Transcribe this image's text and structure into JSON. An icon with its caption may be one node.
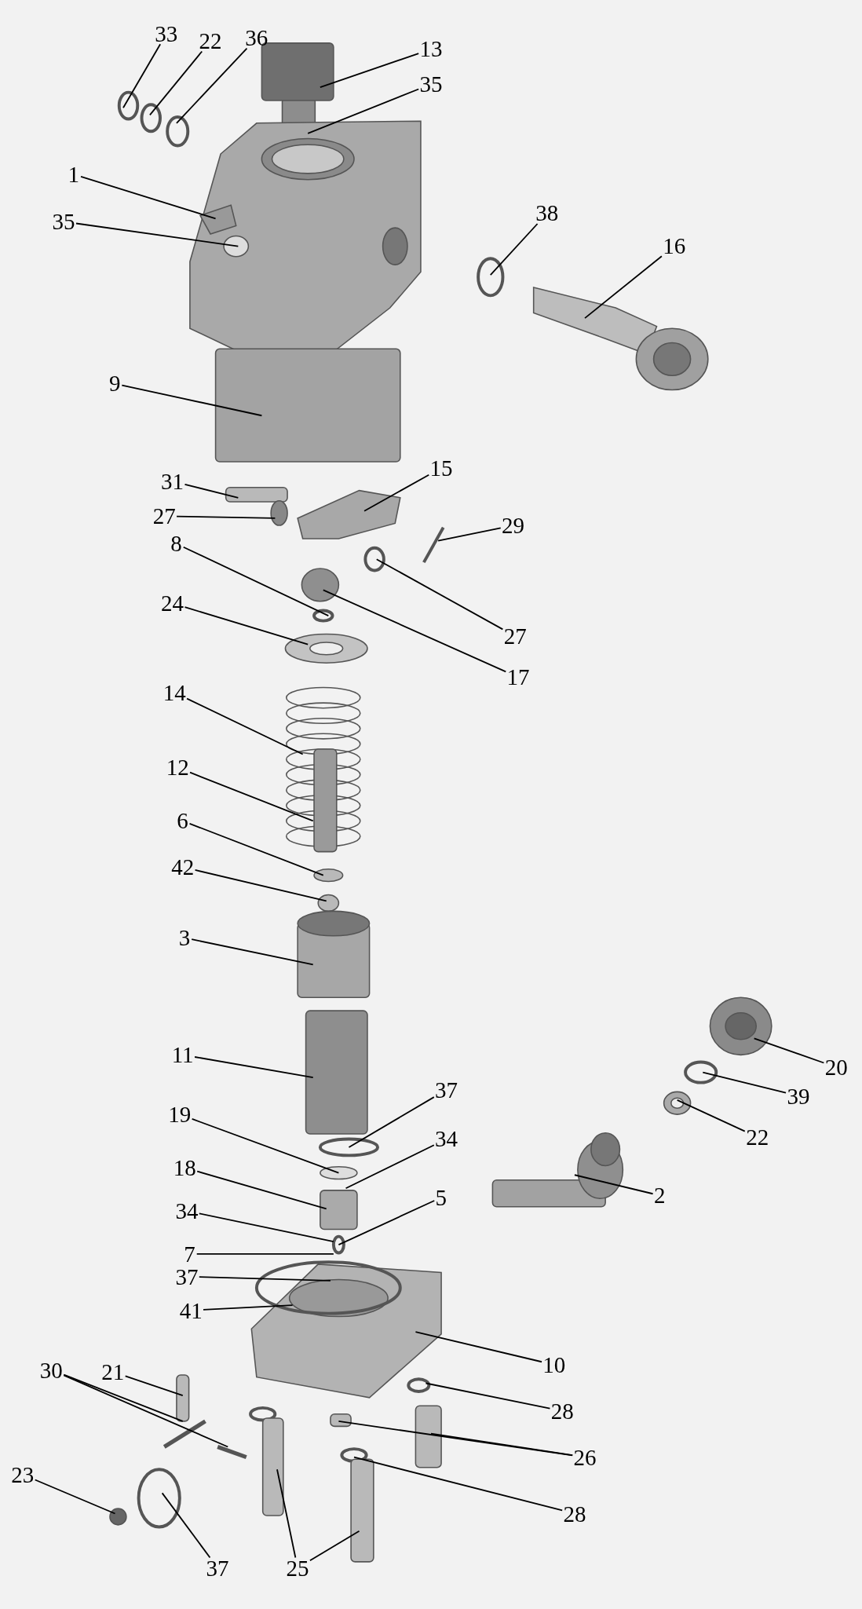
{
  "diagram": {
    "nodes": [
      {
        "text": [
          "33"
        ]
      },
      {
        "text": [
          "22"
        ]
      },
      {
        "text": [
          "36"
        ]
      },
      {
        "text": [
          "13"
        ]
      },
      {
        "text": [
          "35"
        ]
      },
      {
        "text": [
          "1"
        ]
      },
      {
        "text": [
          "38"
        ]
      },
      {
        "text": [
          "35"
        ]
      },
      {
        "text": [
          "16"
        ]
      },
      {
        "text": [
          "9"
        ]
      },
      {
        "text": [
          "15"
        ]
      },
      {
        "text": [
          "31"
        ]
      },
      {
        "text": [
          "27"
        ]
      },
      {
        "text": [
          "29"
        ]
      },
      {
        "text": [
          "8"
        ]
      },
      {
        "text": [
          "24"
        ]
      },
      {
        "text": [
          "27"
        ]
      },
      {
        "text": [
          "17"
        ]
      },
      {
        "text": [
          "14"
        ]
      },
      {
        "text": [
          "12"
        ]
      },
      {
        "text": [
          "6"
        ]
      },
      {
        "text": [
          "42"
        ]
      },
      {
        "text": [
          "3"
        ]
      },
      {
        "text": [
          "20"
        ]
      },
      {
        "text": [
          "11"
        ]
      },
      {
        "text": [
          "37"
        ]
      },
      {
        "text": [
          "39"
        ]
      },
      {
        "text": [
          "19"
        ]
      },
      {
        "text": [
          "22"
        ]
      },
      {
        "text": [
          "34"
        ]
      },
      {
        "text": [
          "18"
        ]
      },
      {
        "text": [
          "2"
        ]
      },
      {
        "text": [
          "5"
        ]
      },
      {
        "text": [
          "34"
        ]
      },
      {
        "text": [
          "7"
        ]
      },
      {
        "text": [
          "37"
        ]
      },
      {
        "text": [
          "41"
        ]
      },
      {
        "text": [
          "10"
        ]
      },
      {
        "text": [
          "30"
        ]
      },
      {
        "text": [
          "21"
        ]
      },
      {
        "text": [
          "28"
        ]
      },
      {
        "text": [
          "26"
        ]
      },
      {
        "text": [
          "23"
        ]
      },
      {
        "text": [
          "28"
        ]
      },
      {
        "text": [
          "37"
        ]
      },
      {
        "text": [
          "25"
        ]
      }
    ],
    "edges": [
      {
        "from": 0,
        "to": null,
        "arrow": "none"
      },
      {
        "from": 1,
        "to": null,
        "arrow": "none"
      },
      {
        "from": 2,
        "to": null,
        "arrow": "none"
      },
      {
        "from": 3,
        "to": null,
        "arrow": "none"
      },
      {
        "from": 4,
        "to": null,
        "arrow": "none"
      },
      {
        "from": 5,
        "to": null,
        "arrow": "none"
      },
      {
        "from": 6,
        "to": null,
        "arrow": "none"
      },
      {
        "from": 7,
        "to": null,
        "arrow": "none"
      },
      {
        "from": 8,
        "to": null,
        "arrow": "none"
      },
      {
        "from": 9,
        "to": null,
        "arrow": "none"
      },
      {
        "from": 10,
        "to": null,
        "arrow": "none"
      },
      {
        "from": 11,
        "to": null,
        "arrow": "none"
      },
      {
        "from": 12,
        "to": null,
        "arrow": "none"
      },
      {
        "from": 13,
        "to": null,
        "arrow": "none"
      },
      {
        "from": 14,
        "to": null,
        "arrow": "none"
      },
      {
        "from": 15,
        "to": null,
        "arrow": "none"
      },
      {
        "from": 16,
        "to": null,
        "arrow": "none"
      },
      {
        "from": 17,
        "to": null,
        "arrow": "none"
      },
      {
        "from": 18,
        "to": null,
        "arrow": "none"
      },
      {
        "from": 19,
        "to": null,
        "arrow": "none"
      },
      {
        "from": 20,
        "to": null,
        "arrow": "none"
      },
      {
        "from": 21,
        "to": null,
        "arrow": "none"
      },
      {
        "from": 22,
        "to": null,
        "arrow": "none"
      },
      {
        "from": 23,
        "to": null,
        "arrow": "none"
      },
      {
        "from": 24,
        "to": null,
        "arrow": "none"
      },
      {
        "from": 25,
        "to": null,
        "arrow": "none"
      },
      {
        "from": 26,
        "to": null,
        "arrow": "none"
      },
      {
        "from": 27,
        "to": null,
        "arrow": "none"
      },
      {
        "from": 28,
        "to": null,
        "arrow": "none"
      },
      {
        "from": 29,
        "to": null,
        "arrow": "none"
      },
      {
        "from": 30,
        "to": null,
        "arrow": "none"
      },
      {
        "from": 31,
        "to": null,
        "arrow": "none"
      },
      {
        "from": 32,
        "to": null,
        "arrow": "none"
      },
      {
        "from": 33,
        "to": null,
        "arrow": "none"
      },
      {
        "from": 34,
        "to": null,
        "arrow": "none"
      },
      {
        "from": 35,
        "to": null,
        "arrow": "none"
      },
      {
        "from": 36,
        "to": null,
        "arrow": "none"
      },
      {
        "from": 37,
        "to": null,
        "arrow": "none"
      },
      {
        "from": 38,
        "to": null,
        "arrow": "none"
      },
      {
        "from": 38,
        "to": null,
        "arrow": "none"
      },
      {
        "from": 39,
        "to": null,
        "arrow": "none"
      },
      {
        "from": 40,
        "to": null,
        "arrow": "none"
      },
      {
        "from": 41,
        "to": null,
        "arrow": "none"
      },
      {
        "from": 41,
        "to": null,
        "arrow": "none"
      },
      {
        "from": 42,
        "to": null,
        "arrow": "none"
      },
      {
        "from": 43,
        "to": null,
        "arrow": "none"
      },
      {
        "from": 44,
        "to": null,
        "arrow": "none"
      },
      {
        "from": 45,
        "to": null,
        "arrow": "none"
      },
      {
        "from": 45,
        "to": null,
        "arrow": "none"
      }
    ]
  }
}
